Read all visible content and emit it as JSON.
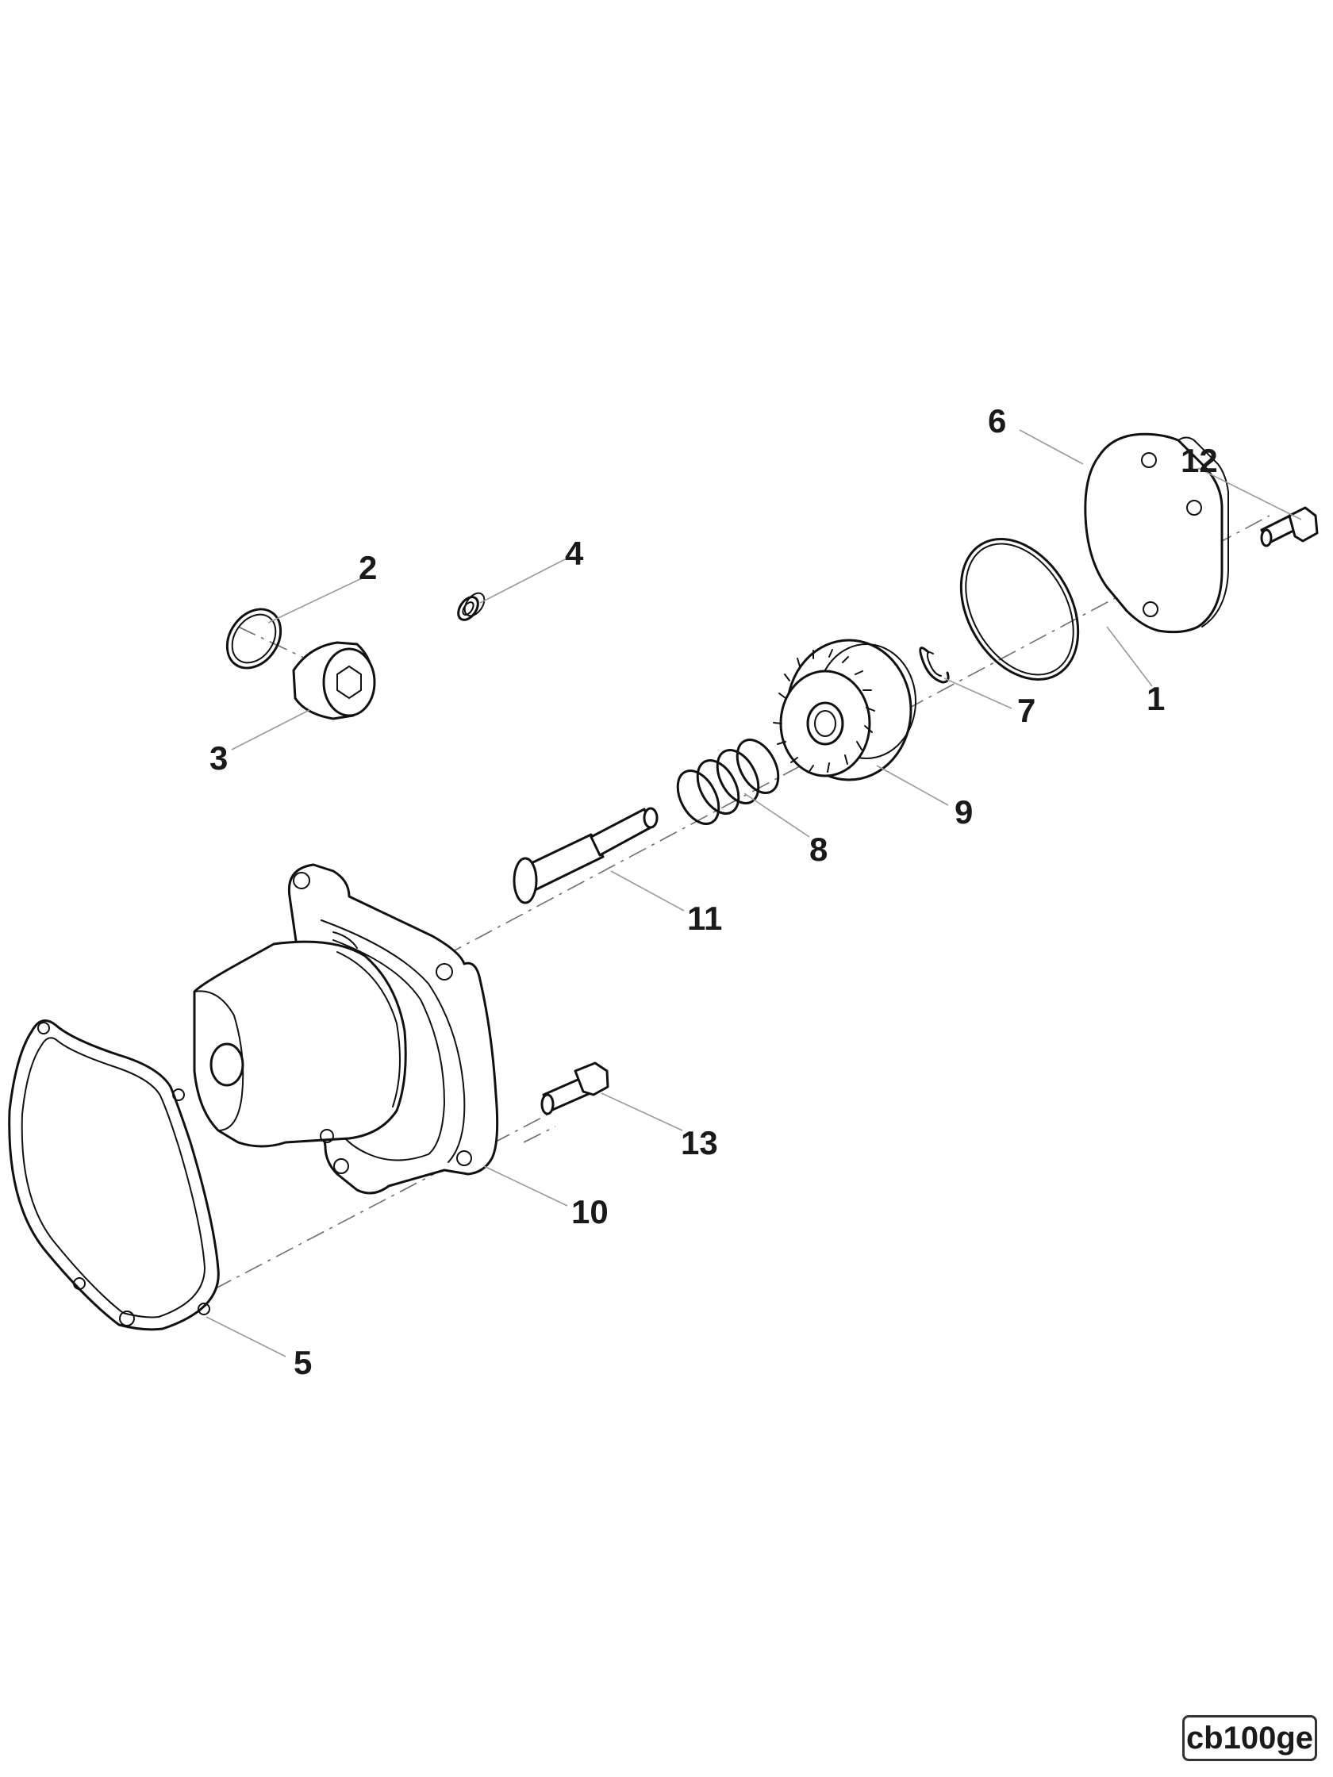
{
  "diagram": {
    "callouts": [
      {
        "id": "1",
        "label": "1"
      },
      {
        "id": "2",
        "label": "2"
      },
      {
        "id": "3",
        "label": "3"
      },
      {
        "id": "4",
        "label": "4"
      },
      {
        "id": "5",
        "label": "5"
      },
      {
        "id": "6",
        "label": "6"
      },
      {
        "id": "7",
        "label": "7"
      },
      {
        "id": "8",
        "label": "8"
      },
      {
        "id": "9",
        "label": "9"
      },
      {
        "id": "10",
        "label": "10"
      },
      {
        "id": "11",
        "label": "11"
      },
      {
        "id": "12",
        "label": "12"
      },
      {
        "id": "13",
        "label": "13"
      }
    ],
    "drawing_code": "cb100ge"
  }
}
